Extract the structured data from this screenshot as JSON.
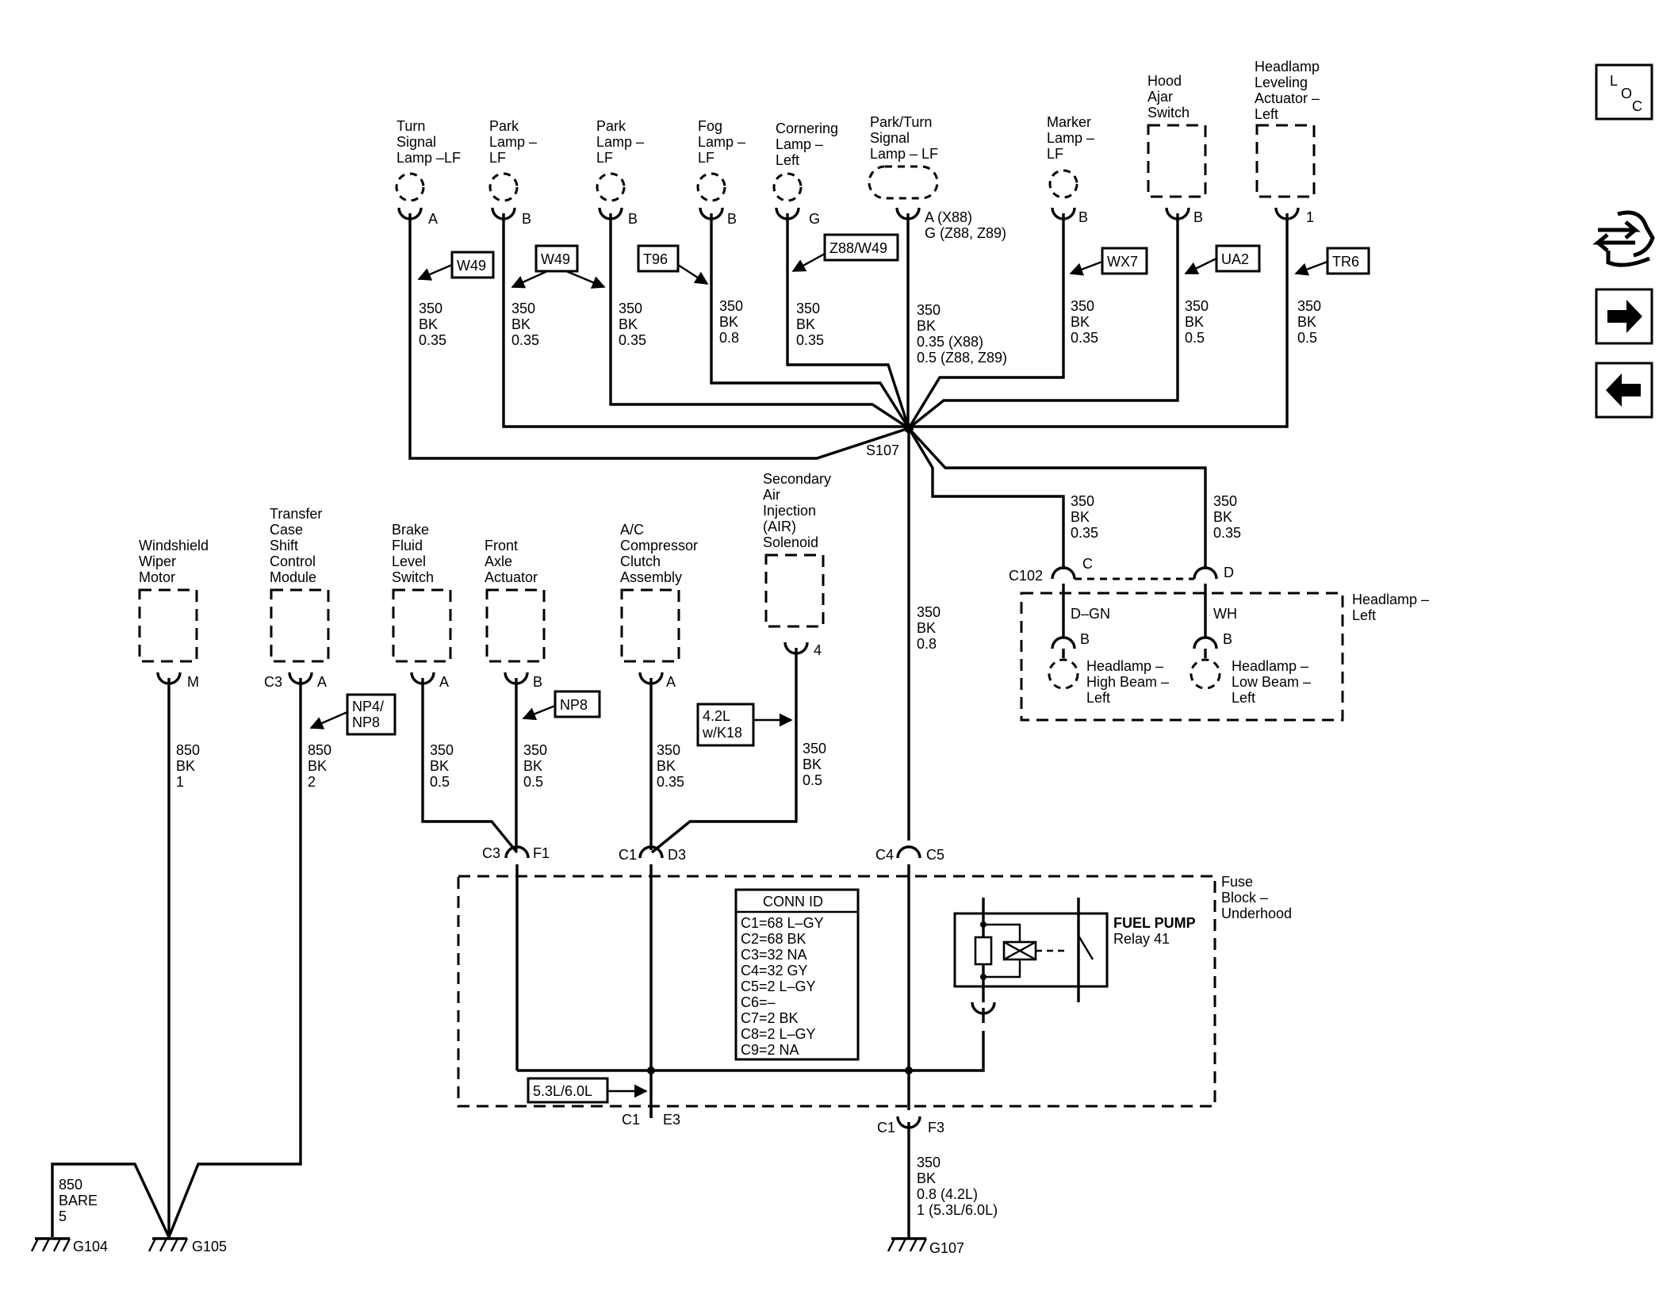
{
  "top_components": [
    {
      "name": [
        "Turn",
        "Signal",
        "Lamp –LF"
      ],
      "pin": "A",
      "wire": [
        "350",
        "BK",
        "0.35"
      ]
    },
    {
      "name": [
        "Park",
        "Lamp –",
        "LF"
      ],
      "pin": "B",
      "wire": [
        "350",
        "BK",
        "0.35"
      ]
    },
    {
      "name": [
        "Park",
        "Lamp –",
        "LF"
      ],
      "pin": "B",
      "wire": [
        "350",
        "BK",
        "0.35"
      ]
    },
    {
      "name": [
        "Fog",
        "Lamp –",
        "LF"
      ],
      "pin": "B",
      "wire": [
        "350",
        "BK",
        "0.8"
      ]
    },
    {
      "name": [
        "Cornering",
        "Lamp –",
        "Left"
      ],
      "pin": "G",
      "wire": [
        "350",
        "BK",
        "0.35"
      ]
    },
    {
      "name": [
        "Park/Turn",
        "Signal",
        "Lamp – LF"
      ],
      "pin": "A (X88)",
      "pin2": "G (Z88, Z89)",
      "wire": [
        "350",
        "BK",
        "0.35 (X88)",
        "0.5 (Z88, Z89)"
      ]
    },
    {
      "name": [
        "Marker",
        "Lamp –",
        "LF"
      ],
      "pin": "B",
      "wire": [
        "350",
        "BK",
        "0.35"
      ]
    },
    {
      "name": [
        "Hood",
        "Ajar",
        "Switch"
      ],
      "pin": "B",
      "wire": [
        "350",
        "BK",
        "0.5"
      ]
    },
    {
      "name": [
        "Headlamp",
        "Leveling",
        "Actuator –",
        "Left"
      ],
      "pin": "1",
      "wire": [
        "350",
        "BK",
        "0.5"
      ]
    }
  ],
  "option_tags": [
    "W49",
    "W49",
    "T96",
    "Z88/W49",
    "WX7",
    "UA2",
    "TR6",
    "NP4/",
    "NP8",
    "NP8",
    "4.2L",
    "w/K18",
    "5.3L/6.0L"
  ],
  "splice": "S107",
  "headlamp": {
    "c102": "C102",
    "pins": [
      "C",
      "D"
    ],
    "wires": [
      [
        "350",
        "BK",
        "0.35"
      ],
      [
        "350",
        "BK",
        "0.35"
      ]
    ],
    "colors": [
      "D–GN",
      "WH"
    ],
    "bulb_pins": [
      "B",
      "B"
    ],
    "bulbs": [
      [
        "Headlamp –",
        "High Beam –",
        "Left"
      ],
      [
        "Headlamp –",
        "Low Beam –",
        "Left"
      ]
    ],
    "title": [
      "Headlamp –",
      "Left"
    ]
  },
  "center_wire": [
    "350",
    "BK",
    "0.8"
  ],
  "bottom_components": [
    {
      "name": [
        "Windshield",
        "Wiper",
        "Motor"
      ],
      "pin": "M",
      "wire": [
        "850",
        "BK",
        "1"
      ]
    },
    {
      "name": [
        "Transfer",
        "Case",
        "Shift",
        "Control",
        "Module"
      ],
      "conn": "C3",
      "pin": "A",
      "wire": [
        "850",
        "BK",
        "2"
      ]
    },
    {
      "name": [
        "Brake",
        "Fluid",
        "Level",
        "Switch"
      ],
      "pin": "A",
      "wire": [
        "350",
        "BK",
        "0.5"
      ]
    },
    {
      "name": [
        "Front",
        "Axle",
        "Actuator"
      ],
      "pin": "B",
      "wire": [
        "350",
        "BK",
        "0.5"
      ]
    },
    {
      "name": [
        "A/C",
        "Compressor",
        "Clutch",
        "Assembly"
      ],
      "pin": "A",
      "wire": [
        "350",
        "BK",
        "0.35"
      ]
    },
    {
      "name": [
        "Secondary",
        "Air",
        "Injection",
        "(AIR)",
        "Solenoid"
      ],
      "pin": "4",
      "wire": [
        "350",
        "BK",
        "0.5"
      ]
    }
  ],
  "connectors": {
    "c3": "C3",
    "f1": "F1",
    "c1": "C1",
    "d3": "D3",
    "c4": "C4",
    "c5": "C5",
    "e3": "E3",
    "f3": "F3"
  },
  "fuse_block": {
    "title": [
      "Fuse",
      "Block –",
      "Underhood"
    ],
    "conn_id_title": "CONN ID",
    "conn_id": [
      "C1=68 L–GY",
      "C2=68 BK",
      "C3=32 NA",
      "C4=32 GY",
      "C5=2 L–GY",
      "C6=–",
      "C7=2 BK",
      "C8=2 L–GY",
      "C9=2 NA"
    ],
    "relay_name": "FUEL PUMP",
    "relay_num": "Relay 41"
  },
  "grounds": {
    "bare_wire": [
      "850",
      "BARE",
      "5"
    ],
    "g104": "G104",
    "g105": "G105",
    "g107": "G107",
    "g107_wire": [
      "350",
      "BK",
      "0.8 (4.2L)",
      "1 (5.3L/6.0L)"
    ]
  },
  "nav": {
    "loc": [
      "L",
      "O",
      "C"
    ],
    "icons": [
      "connector-icon",
      "forward-arrow-icon",
      "back-arrow-icon"
    ]
  }
}
